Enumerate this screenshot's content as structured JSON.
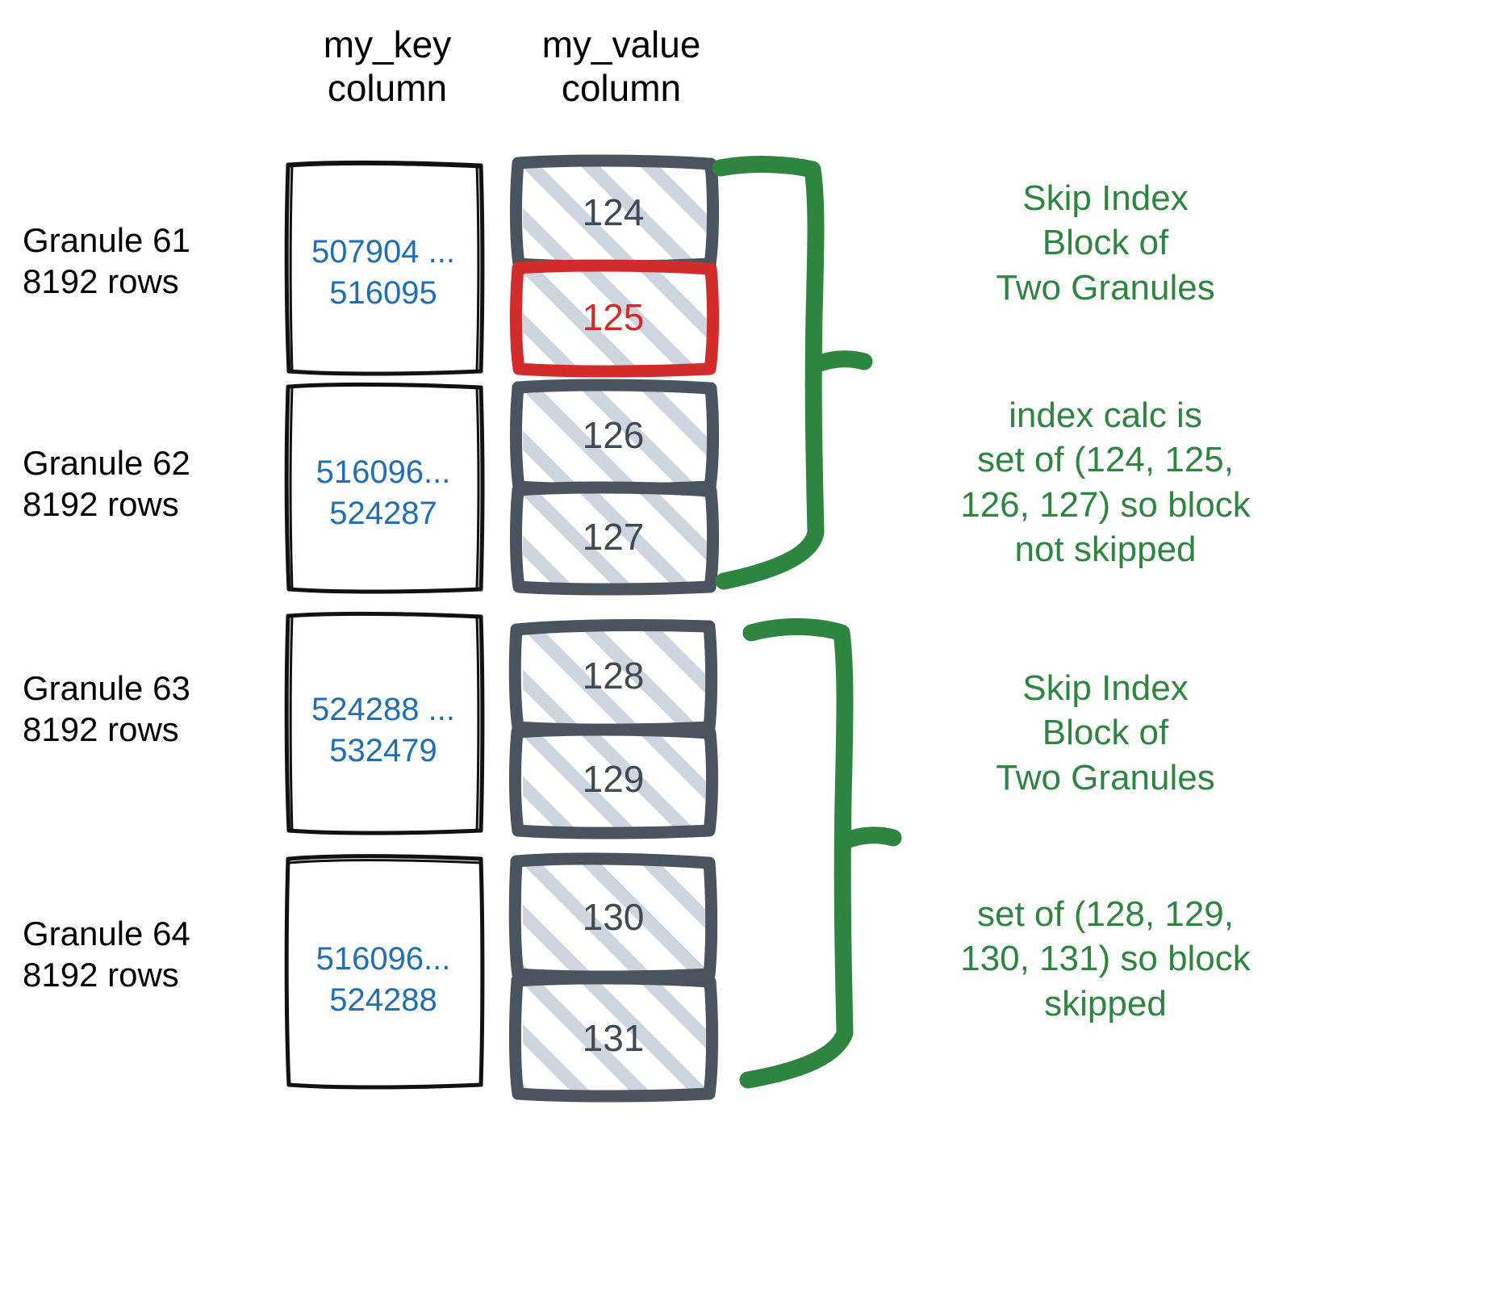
{
  "headers": {
    "key_column": "my_key\ncolumn",
    "value_column": "my_value\ncolumn"
  },
  "colors": {
    "key_text": "#1F6FB5",
    "value_text": "#3F4A55",
    "value_border": "#4A545E",
    "hatch": "#CDD5DF",
    "flagged": "#D22B2B",
    "annotation": "#2E8540",
    "label_text": "#000000"
  },
  "granules": [
    {
      "label": "Granule 61\n8192 rows",
      "key_range": "507904 ...\n516095",
      "values": [
        {
          "value": "124",
          "flagged": false
        },
        {
          "value": "125",
          "flagged": true
        }
      ]
    },
    {
      "label": "Granule 62\n8192 rows",
      "key_range": "516096...\n524287",
      "values": [
        {
          "value": "126",
          "flagged": false
        },
        {
          "value": "127",
          "flagged": false
        }
      ]
    },
    {
      "label": "Granule 63\n8192 rows",
      "key_range": "524288 ...\n532479",
      "values": [
        {
          "value": "128",
          "flagged": false
        },
        {
          "value": "129",
          "flagged": false
        }
      ]
    },
    {
      "label": "Granule 64\n8192 rows",
      "key_range": "516096...\n524288",
      "values": [
        {
          "value": "130",
          "flagged": false
        },
        {
          "value": "131",
          "flagged": false
        }
      ]
    }
  ],
  "annotations": [
    {
      "text": "Skip Index\nBlock of\nTwo Granules"
    },
    {
      "text": "index calc is\nset of (124, 125,\n126, 127) so block\nnot skipped"
    },
    {
      "text": "Skip Index\nBlock of\nTwo Granules"
    },
    {
      "text": "set of (128, 129,\n130, 131) so block\nskipped"
    }
  ]
}
